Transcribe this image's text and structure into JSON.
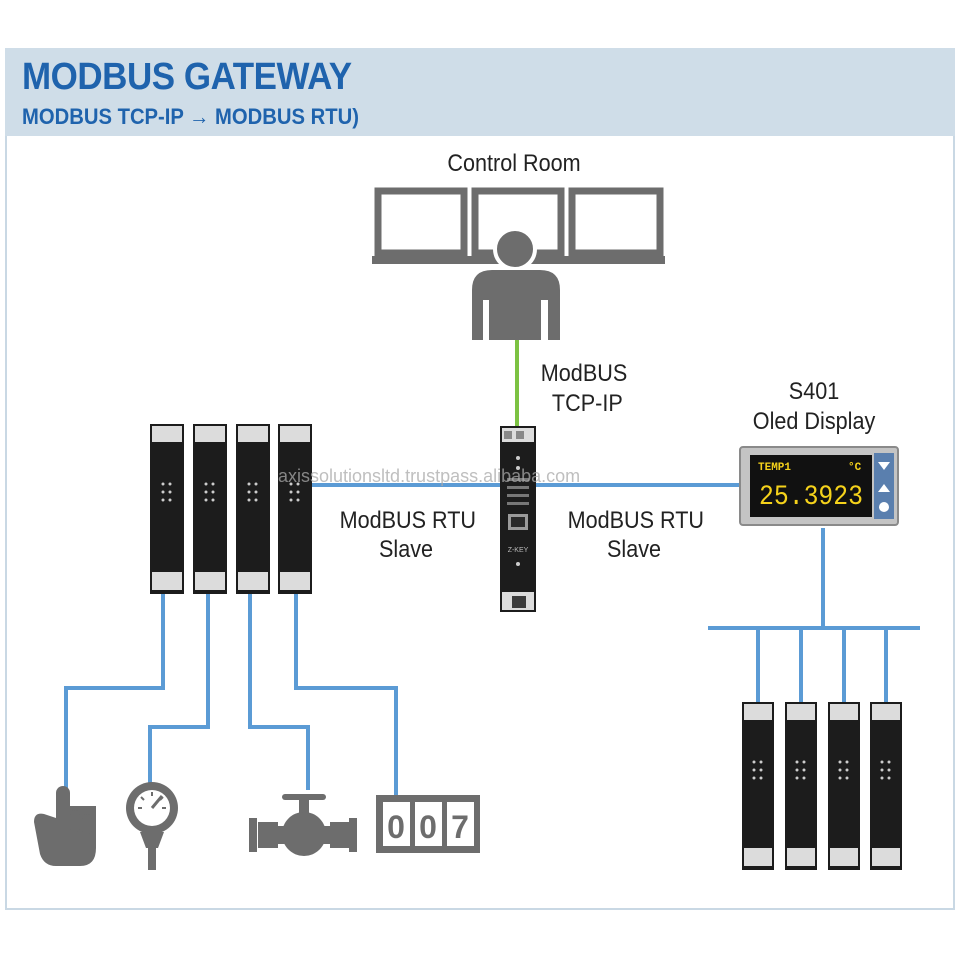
{
  "header": {
    "title": "MODBUS GATEWAY",
    "subtitle": "MODBUS TCP-IP → MODBUS RTU)"
  },
  "labels": {
    "control_room": "Control Room",
    "tcp_line1": "ModBUS",
    "tcp_line2": "TCP-IP",
    "display_line1": "S401",
    "display_line2": "Oled Display",
    "rtu_left_line1": "ModBUS RTU",
    "rtu_left_line2": "Slave",
    "rtu_right_line1": "ModBUS RTU",
    "rtu_right_line2": "Slave"
  },
  "display": {
    "tag": "TEMP1",
    "unit": "°C",
    "value": "25.3923"
  },
  "gateway": {
    "model": "Z-KEY"
  },
  "counter": {
    "digits": [
      "0",
      "0",
      "7"
    ]
  },
  "watermark": "axissolutionsltd.trustpass.alibaba.com",
  "colors": {
    "title_blue": "#1f63ad",
    "header_bg": "#cfdde8",
    "bus_blue": "#5b9bd5",
    "ethernet_green": "#7cc242",
    "icon_gray": "#6d6d6d",
    "display_text": "#f5d21b"
  }
}
